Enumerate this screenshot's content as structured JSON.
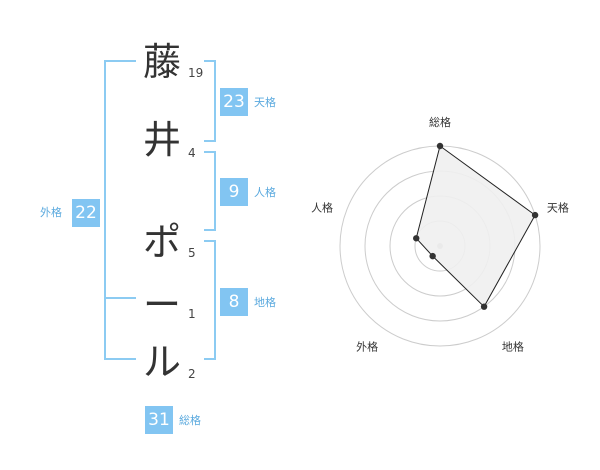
{
  "name": {
    "characters": [
      {
        "char": "藤",
        "strokes": "19"
      },
      {
        "char": "井",
        "strokes": "4"
      },
      {
        "char": "ポ",
        "strokes": "5"
      },
      {
        "char": "ー",
        "strokes": "1"
      },
      {
        "char": "ル",
        "strokes": "2"
      }
    ]
  },
  "fortunes": {
    "tenkaku": {
      "value": "23",
      "label": "天格"
    },
    "jinkaku": {
      "value": "9",
      "label": "人格"
    },
    "chikaku": {
      "value": "8",
      "label": "地格"
    },
    "gaikaku": {
      "value": "22",
      "label": "外格"
    },
    "soukaku": {
      "value": "31",
      "label": "総格"
    }
  },
  "chart_data": {
    "type": "radar",
    "axes": [
      "総格",
      "天格",
      "地格",
      "外格",
      "人格"
    ],
    "values": [
      4,
      4,
      3,
      0.5,
      1
    ],
    "range": [
      0,
      4
    ],
    "rings": 4,
    "colors": {
      "fill": "#efefef",
      "line": "#222222",
      "point": "#333333",
      "grid": "#cccccc"
    }
  },
  "colors": {
    "accent": "#82c5f2",
    "accent_text": "#5aa9de"
  }
}
